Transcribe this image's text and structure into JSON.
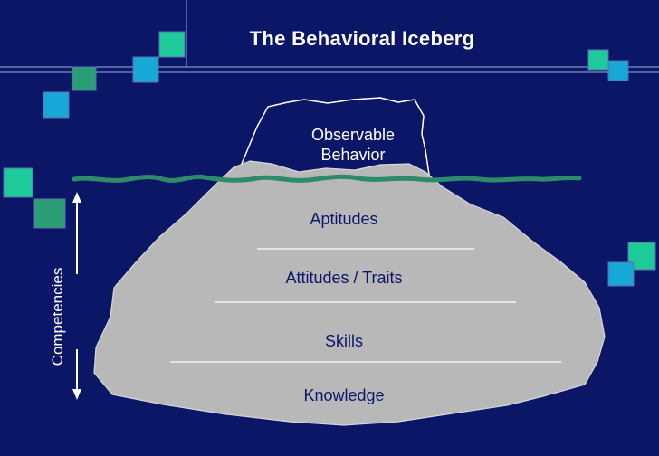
{
  "title": "The Behavioral Iceberg",
  "tip": {
    "line1": "Observable",
    "line2": "Behavior"
  },
  "layers": [
    "Aptitudes",
    "Attitudes / Traits",
    "Skills",
    "Knowledge"
  ],
  "side_label": "Competencies",
  "colors": {
    "background": "#0b1766",
    "iceberg": "#b8b8b8",
    "waterline": "#2e8b6a",
    "square_green": "#1ec99a",
    "square_cyan": "#17a8d8",
    "square_teal": "#2a9e74"
  }
}
